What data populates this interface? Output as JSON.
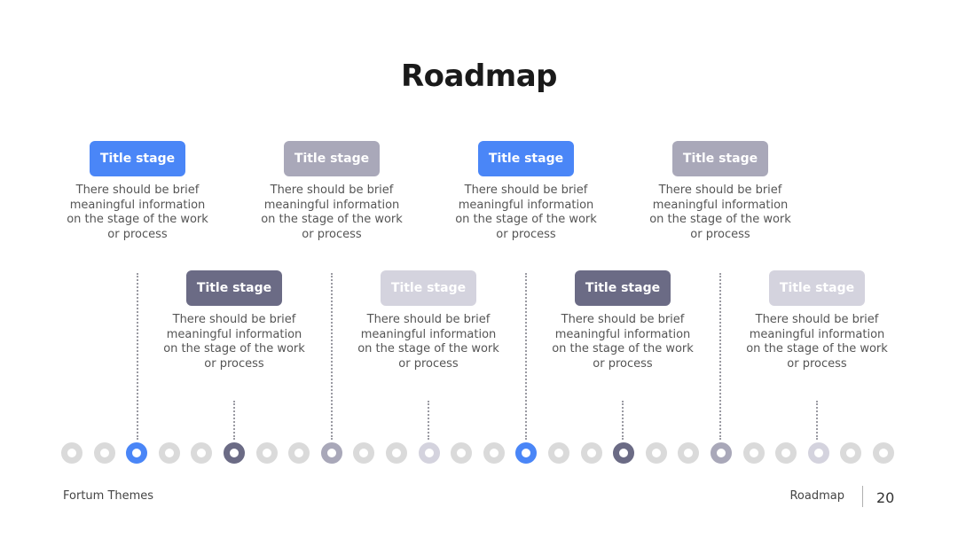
{
  "title": "Roadmap",
  "colors": {
    "blue": "#4a86f7",
    "dark": "#6b6b85",
    "mid": "#a9a8b9",
    "light": "#d4d3de",
    "dot_inactive": "#dadada"
  },
  "stages": [
    {
      "label": "Title stage",
      "desc": "There should be brief meaningful information on the stage of the work or process",
      "color": "blue"
    },
    {
      "label": "Title stage",
      "desc": "There should be brief meaningful information on the stage of the work or process",
      "color": "dark"
    },
    {
      "label": "Title stage",
      "desc": "There should be brief meaningful information on the stage of the work or process",
      "color": "mid"
    },
    {
      "label": "Title stage",
      "desc": "There should be brief meaningful information on the stage of the work or process",
      "color": "light"
    },
    {
      "label": "Title stage",
      "desc": "There should be brief meaningful information on the stage of the work or process",
      "color": "blue"
    },
    {
      "label": "Title stage",
      "desc": "There should be brief meaningful information on the stage of the work or process",
      "color": "dark"
    },
    {
      "label": "Title stage",
      "desc": "There should be brief meaningful information on the stage of the work or process",
      "color": "mid"
    },
    {
      "label": "Title stage",
      "desc": "There should be brief meaningful information on the stage of the work or process",
      "color": "light"
    }
  ],
  "footer": {
    "left": "Fortum Themes",
    "right": "Roadmap",
    "page": "20"
  }
}
